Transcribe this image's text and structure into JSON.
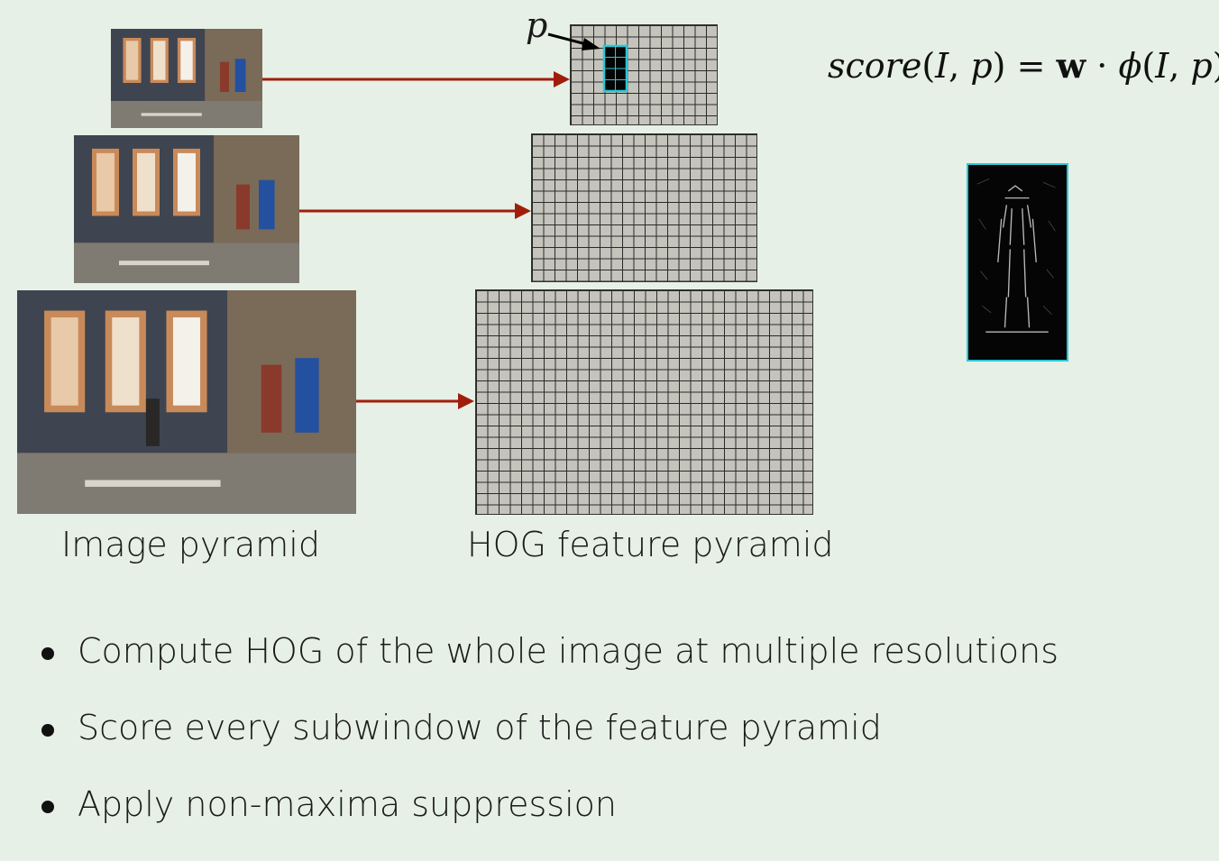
{
  "formula": {
    "score": "score",
    "lparen": "(",
    "I": "I",
    "comma": ", ",
    "p": "p",
    "rparen": ")",
    "eq": " = ",
    "w": "w",
    "dot": " · ",
    "phi": "ϕ",
    "lparen2": "(",
    "I2": "I",
    "comma2": ", ",
    "p2": "p",
    "rparen2": ")"
  },
  "labels": {
    "p_marker": "p",
    "image_pyramid": "Image pyramid",
    "hog_pyramid": "HOG feature pyramid"
  },
  "bullets": [
    "Compute HOG of the whole image at multiple resolutions",
    "Score every subwindow of the feature pyramid",
    "Apply non-maxima suppression"
  ],
  "colors": {
    "background": "#e6f0e6",
    "arrow": "#a01d0c",
    "highlight_cell_border": "#2ac8d8",
    "grid_fill": "#c4c4bc"
  }
}
